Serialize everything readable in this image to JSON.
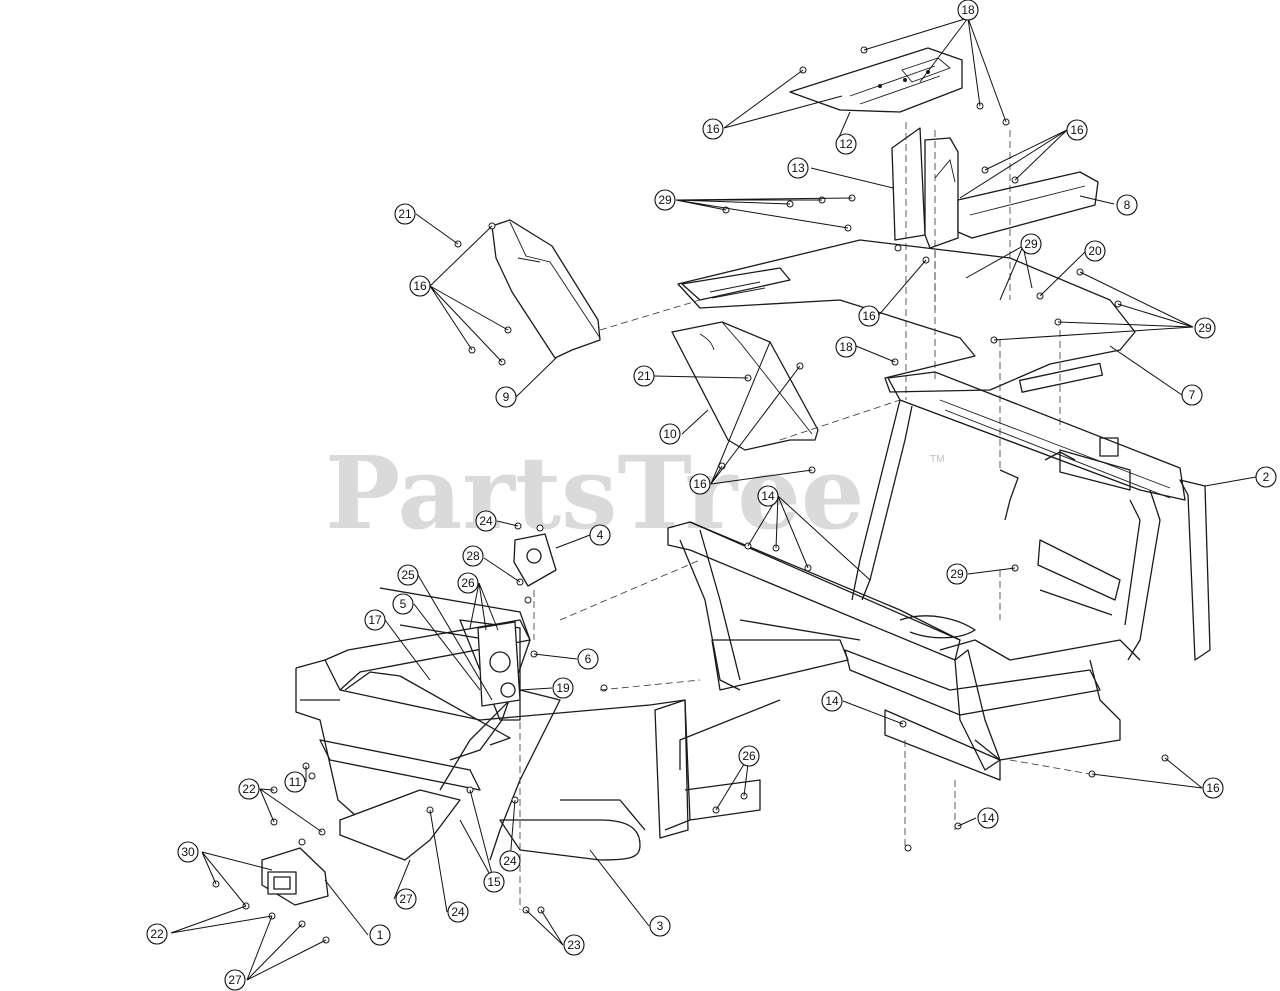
{
  "watermark": {
    "text": "PartsTree",
    "trademark": "TM"
  },
  "callouts": [
    "18",
    "16",
    "12",
    "13",
    "8",
    "29",
    "16",
    "21",
    "16",
    "29",
    "20",
    "29",
    "16",
    "18",
    "9",
    "7",
    "21",
    "10",
    "16",
    "2",
    "14",
    "24",
    "4",
    "28",
    "29",
    "25",
    "26",
    "17",
    "5",
    "6",
    "19",
    "14",
    "11",
    "22",
    "26",
    "16",
    "14",
    "30",
    "27",
    "24",
    "15",
    "24",
    "3",
    "22",
    "1",
    "23",
    "27"
  ]
}
